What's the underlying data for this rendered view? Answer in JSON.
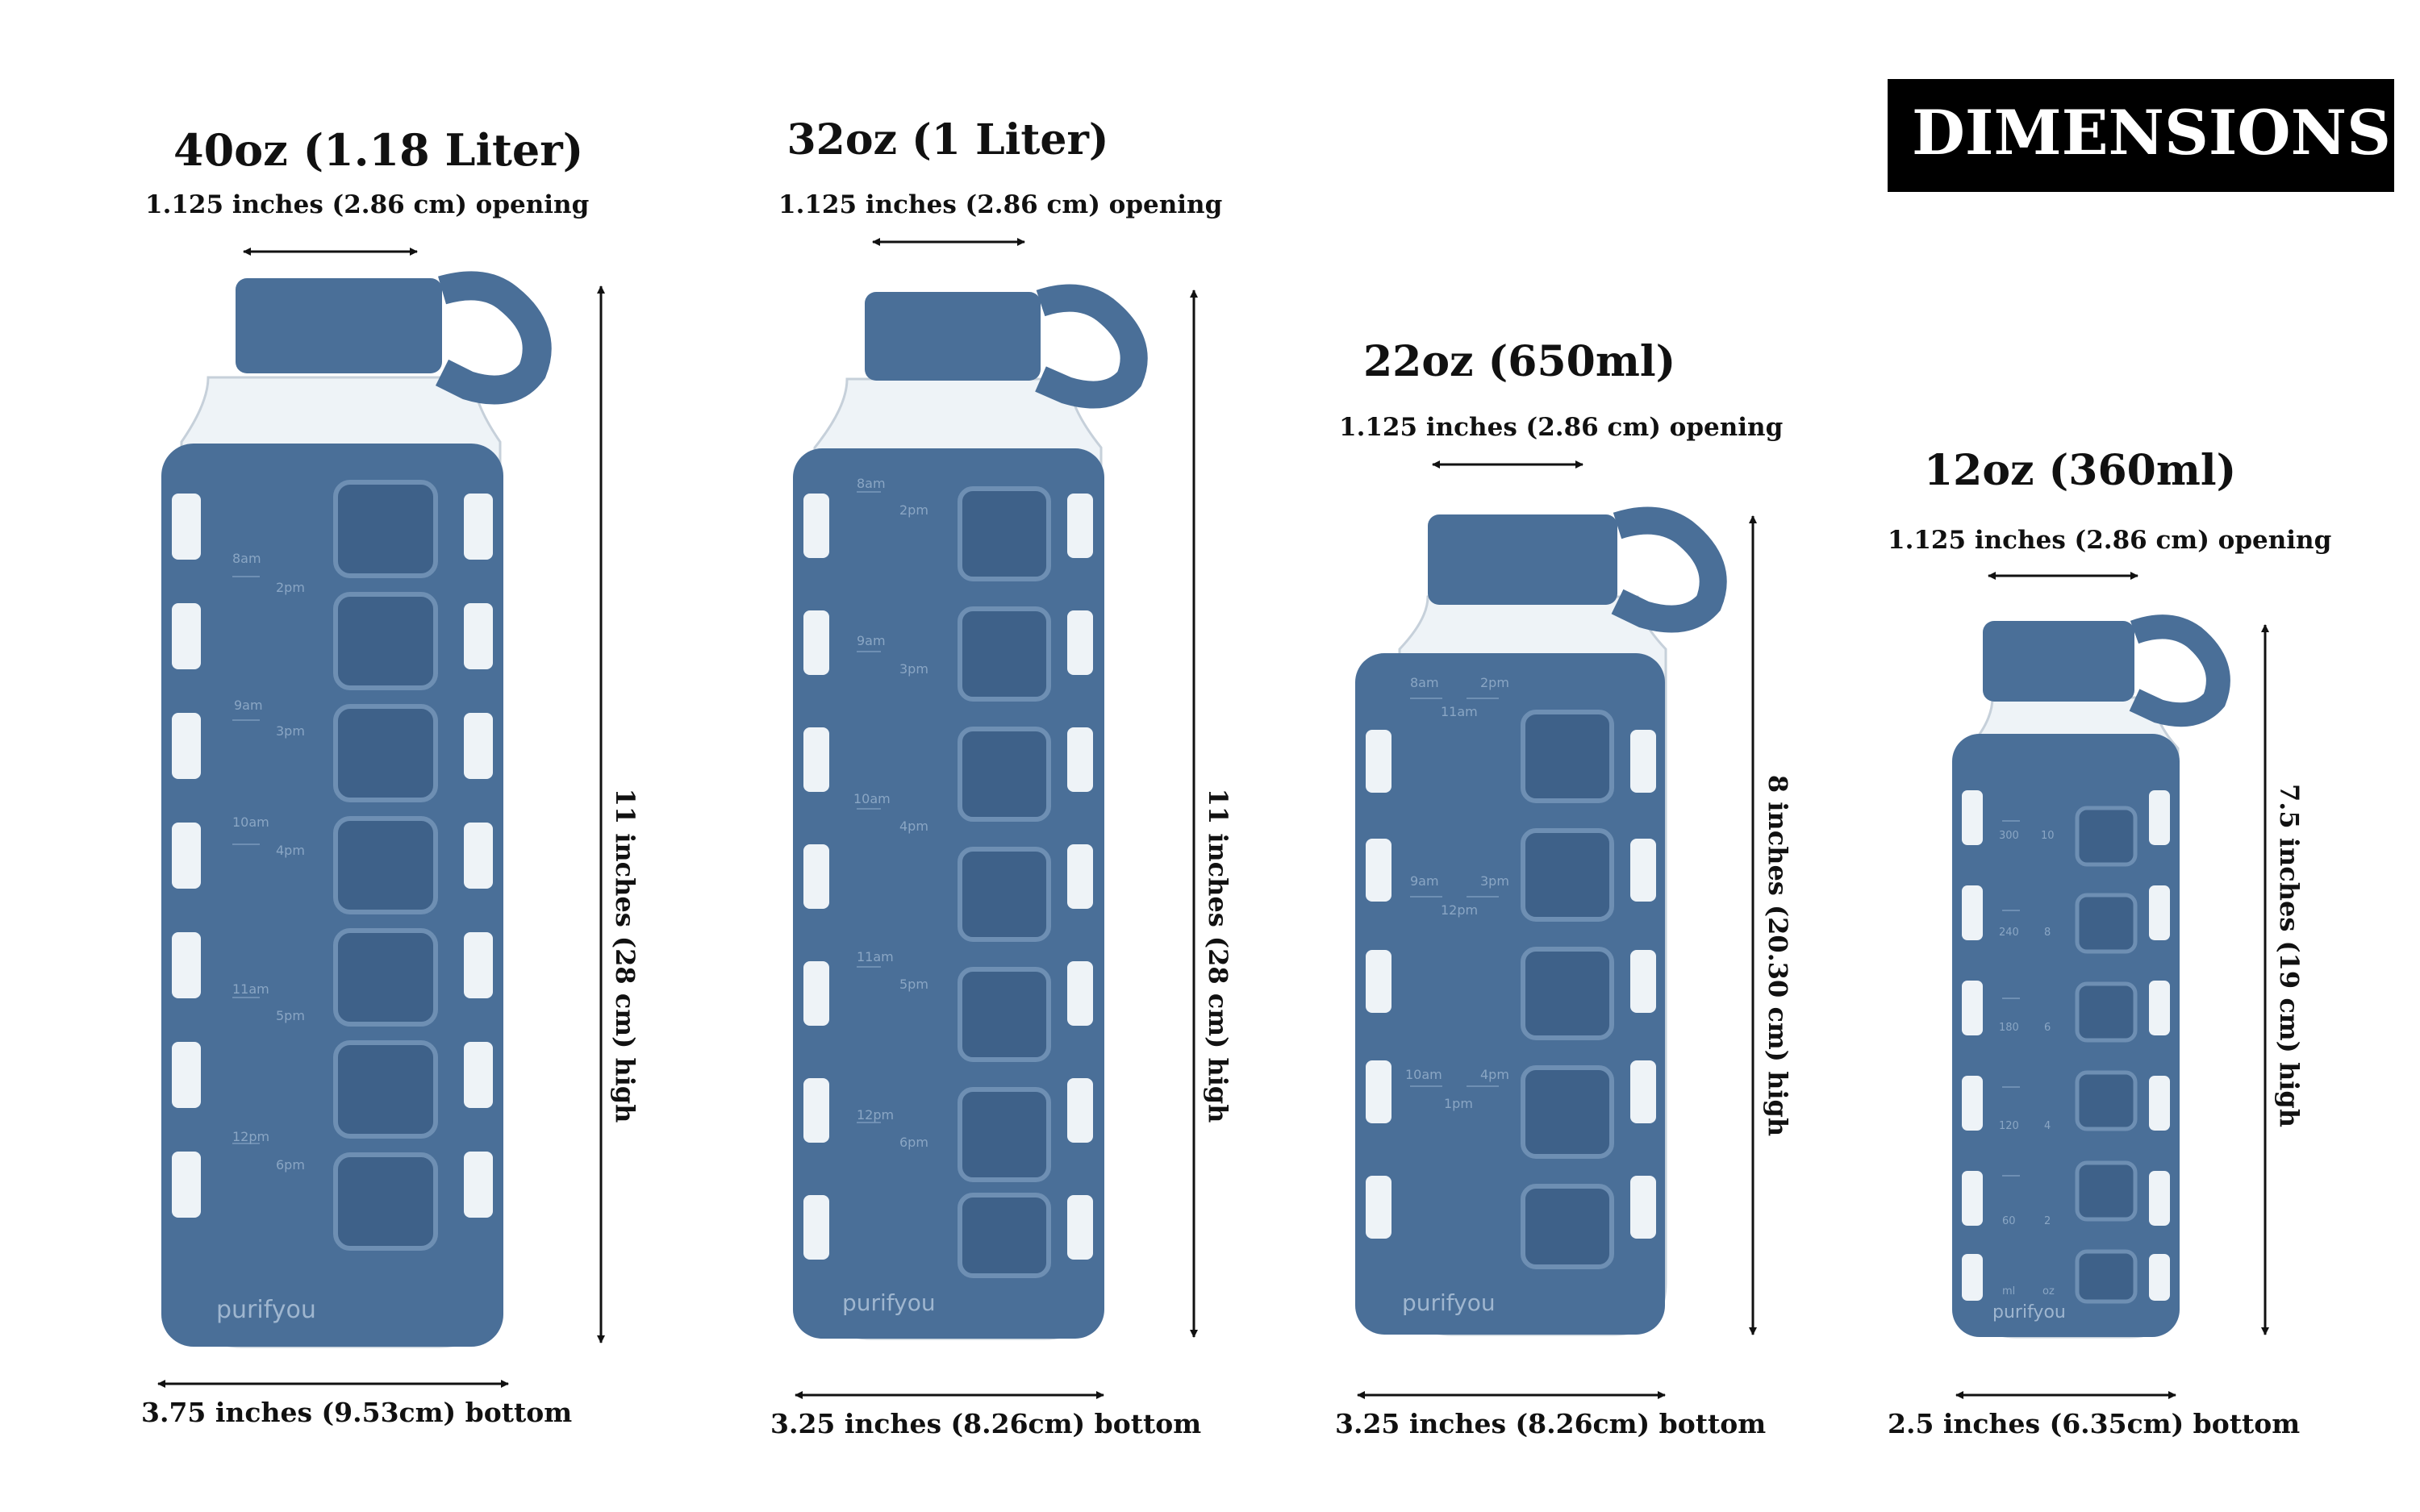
{
  "header": {
    "badge_label": "DIMENSIONS"
  },
  "colors": {
    "sleeve": "#4a6f98",
    "sleeve_dark": "#3e6189",
    "glass": "#eef3f7",
    "badge_bg": "#000000",
    "text": "#111111"
  },
  "bottles": [
    {
      "title": "40oz (1.18 Liter)",
      "opening": "1.125 inches (2.86 cm) opening",
      "height": "11 inches (28 cm) high",
      "bottom": "3.75 inches (9.53cm) bottom",
      "brand": "purifyou",
      "scale_left": [
        "8am",
        "9am",
        "10am",
        "11am",
        "12pm"
      ],
      "scale_right": [
        "2pm",
        "3pm",
        "4pm",
        "5pm",
        "6pm"
      ]
    },
    {
      "title": "32oz (1 Liter)",
      "opening": "1.125 inches (2.86 cm) opening",
      "height": "11 inches (28 cm) high",
      "bottom": "3.25 inches (8.26cm) bottom",
      "brand": "purifyou",
      "scale_left": [
        "8am",
        "9am",
        "10am",
        "11am",
        "12pm"
      ],
      "scale_right": [
        "2pm",
        "3pm",
        "4pm",
        "5pm",
        "6pm"
      ]
    },
    {
      "title": "22oz (650ml)",
      "opening": "1.125 inches (2.86 cm) opening",
      "height": "8 inches (20.30 cm) high",
      "bottom": "3.25 inches (8.26cm) bottom",
      "brand": "purifyou",
      "scale_rows": [
        {
          "left": "8am",
          "right": "2pm",
          "mid": "11am"
        },
        {
          "left": "9am",
          "right": "3pm",
          "mid": "12pm"
        },
        {
          "left": "10am",
          "right": "4pm",
          "mid": "1pm"
        }
      ]
    },
    {
      "title": "12oz (360ml)",
      "opening": "1.125 inches (2.86 cm) opening",
      "height": "7.5 inches (19 cm) high",
      "bottom": "2.5 inches (6.35cm) bottom",
      "brand": "purifyou",
      "scale_left": [
        "300",
        "240",
        "180",
        "120",
        "60",
        "ml"
      ],
      "scale_right": [
        "10",
        "8",
        "6",
        "4",
        "2",
        "oz"
      ]
    }
  ]
}
